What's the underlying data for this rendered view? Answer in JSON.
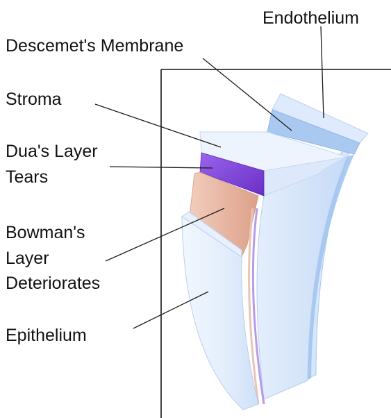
{
  "labels": {
    "endothelium": "Endothelium",
    "descemets_membrane": "Descemet's Membrane",
    "stroma": "Stroma",
    "duas_layer_line1": "Dua's Layer",
    "duas_layer_line2": "Tears",
    "bowmans_line1": "Bowman's",
    "bowmans_line2": "Layer",
    "bowmans_line3": "Deteriorates",
    "epithelium": "Epithelium"
  },
  "colors": {
    "layer_light_blue": "#dce9fb",
    "layer_mid_blue": "#b9d3f4",
    "layer_deep_blue": "#9ec2ee",
    "duas_layer_purple": "#7a3fd6",
    "bowmans_layer_peach": "#e8b8a2"
  }
}
